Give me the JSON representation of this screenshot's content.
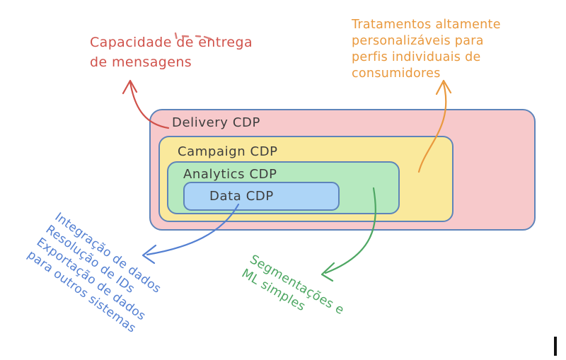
{
  "diagram": {
    "boxes": [
      {
        "label": "Delivery CDP",
        "fill": "#f7c9cb"
      },
      {
        "label": "Campaign CDP",
        "fill": "#fae99c"
      },
      {
        "label": "Analytics CDP",
        "fill": "#b6e9bf"
      },
      {
        "label": "Data CDP",
        "fill": "#add5f7"
      }
    ],
    "border_color": "#5e84ba",
    "label_color": "#3e3e3e"
  },
  "annotations": {
    "delivery_note": {
      "color": "#d0524b",
      "lines": [
        "Capacidade de entrega",
        "de mensagens"
      ]
    },
    "campaign_note": {
      "color": "#e9993e",
      "lines": [
        "Tratamentos altamente",
        "personalizáveis para",
        "perfis individuais de",
        "consumidores"
      ]
    },
    "data_note": {
      "color": "#5480d2",
      "lines": [
        "Integração de dados",
        "Resolução de IDs",
        "Exportação de dados",
        "para outros sistemas"
      ]
    },
    "analytics_note": {
      "color": "#4ea763",
      "lines": [
        "Segmentações e",
        "ML simples"
      ]
    }
  },
  "cursor_color": "#121212"
}
